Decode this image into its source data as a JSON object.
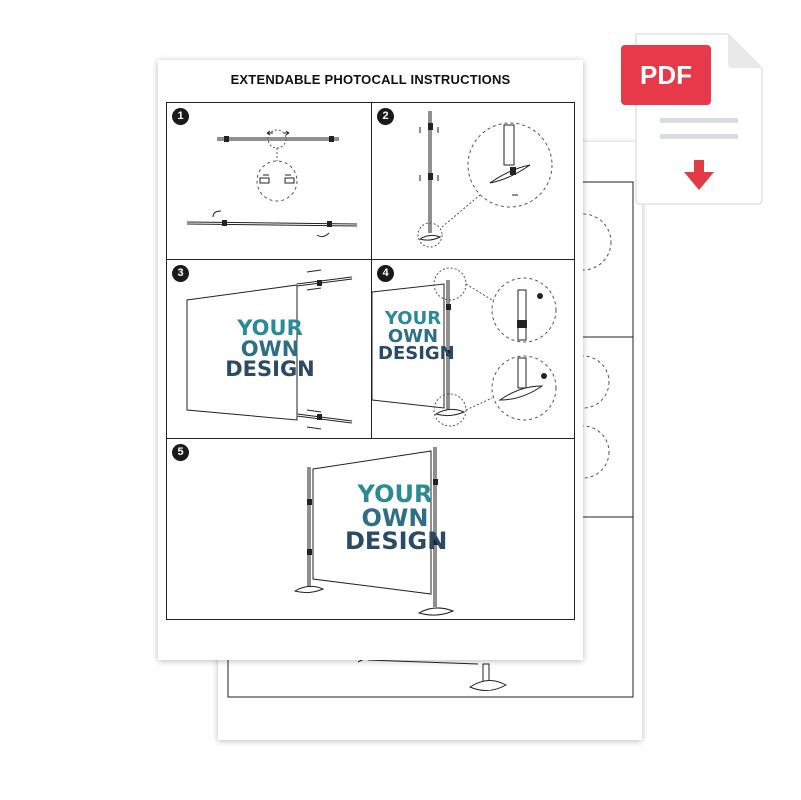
{
  "front_page": {
    "title": "EXTENDABLE PHOTOCALL INSTRUCTIONS",
    "steps": [
      "1",
      "2",
      "3",
      "4",
      "5"
    ]
  },
  "banner_text": {
    "line1": "YOUR",
    "line2": "OWN",
    "line3": "DESIGN"
  },
  "pdf_badge": {
    "label": "PDF",
    "icon": "pdf-download-icon"
  },
  "colors": {
    "design_teal": "#2a8a95",
    "design_dark": "#2b4a66",
    "pdf_red": "#e8394b",
    "download_arrow": "#e23b45"
  }
}
